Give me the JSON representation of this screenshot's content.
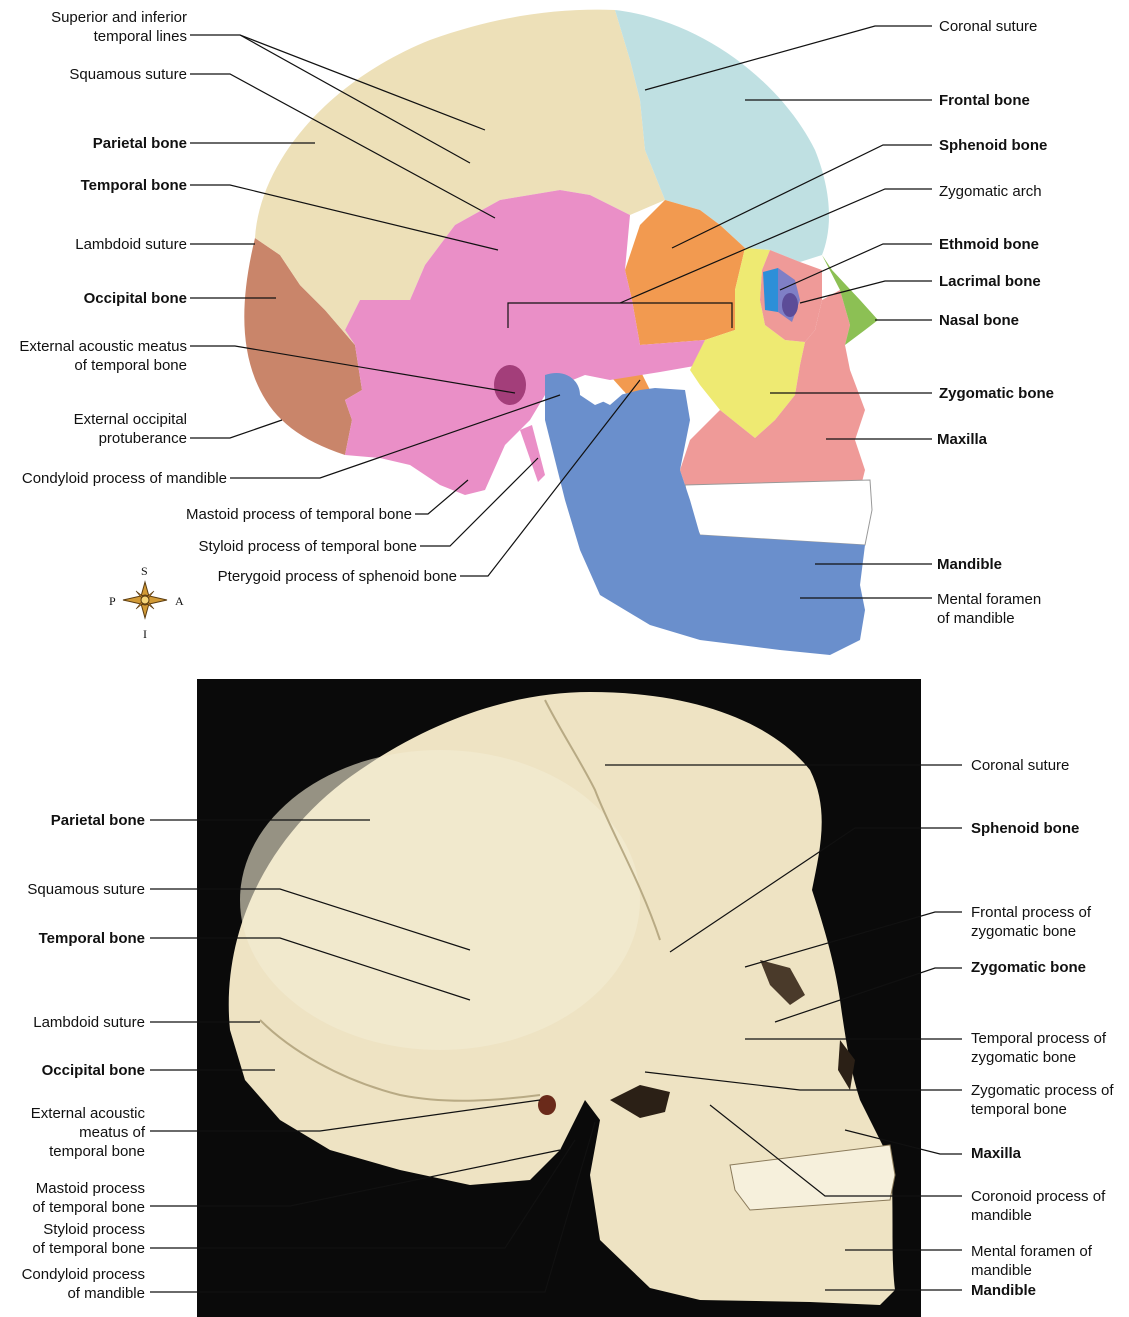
{
  "top": {
    "left_labels": {
      "temporal_lines": [
        "Superior and inferior",
        "temporal lines"
      ],
      "squamous_suture": "Squamous suture",
      "parietal_bone": "Parietal bone",
      "temporal_bone": "Temporal bone",
      "lambdoid_suture": "Lambdoid suture",
      "occipital_bone": "Occipital bone",
      "external_acoustic": [
        "External acoustic meatus",
        "of temporal bone"
      ],
      "external_occipital": [
        "External occipital",
        "protuberance"
      ],
      "condyloid": "Condyloid process of mandible",
      "mastoid": "Mastoid process of temporal bone",
      "styloid": "Styloid process of temporal bone",
      "pterygoid": "Pterygoid process of sphenoid bone"
    },
    "right_labels": {
      "coronal_suture": "Coronal suture",
      "frontal_bone": "Frontal bone",
      "sphenoid_bone": "Sphenoid bone",
      "zygomatic_arch": "Zygomatic arch",
      "ethmoid_bone": "Ethmoid bone",
      "lacrimal_bone": "Lacrimal bone",
      "nasal_bone": "Nasal bone",
      "zygomatic_bone": "Zygomatic bone",
      "maxilla": "Maxilla",
      "mandible": "Mandible",
      "mental_foramen": [
        "Mental foramen",
        "of mandible"
      ]
    },
    "compass": {
      "s": "S",
      "p": "P",
      "a": "A",
      "i": "I"
    },
    "colors": {
      "parietal": "#ede0b8",
      "frontal": "#bfe0e2",
      "temporal": "#ea8fc7",
      "occipital": "#c9856a",
      "sphenoid": "#f29a50",
      "zygomatic": "#eeea72",
      "maxilla": "#ef9a98",
      "mandible": "#6a8fcc",
      "nasal": "#8cc054",
      "ethmoid": "#2d8fd8",
      "lacrimal": "#7f7fc6"
    }
  },
  "bottom": {
    "left_labels": {
      "parietal_bone": "Parietal bone",
      "squamous_suture": "Squamous suture",
      "temporal_bone": "Temporal bone",
      "lambdoid_suture": "Lambdoid suture",
      "occipital_bone": "Occipital bone",
      "external_acoustic": [
        "External acoustic",
        "meatus of",
        "temporal bone"
      ],
      "mastoid": [
        "Mastoid process",
        "of temporal bone"
      ],
      "styloid": [
        "Styloid process",
        "of temporal bone"
      ],
      "condyloid": [
        "Condyloid process",
        "of mandible"
      ]
    },
    "right_labels": {
      "coronal_suture": "Coronal suture",
      "sphenoid_bone": "Sphenoid bone",
      "frontal_process": [
        "Frontal process of",
        "zygomatic bone"
      ],
      "zygomatic_bone": "Zygomatic bone",
      "temporal_process": [
        "Temporal process of",
        "zygomatic bone"
      ],
      "zygomatic_process": [
        "Zygomatic process of",
        "temporal bone"
      ],
      "maxilla": "Maxilla",
      "coronoid": [
        "Coronoid process of",
        "mandible"
      ],
      "mental_foramen": [
        "Mental foramen of",
        "mandible"
      ],
      "mandible": "Mandible"
    },
    "colors": {
      "background": "#0a0a0a",
      "bone": "#eee3c3"
    }
  }
}
